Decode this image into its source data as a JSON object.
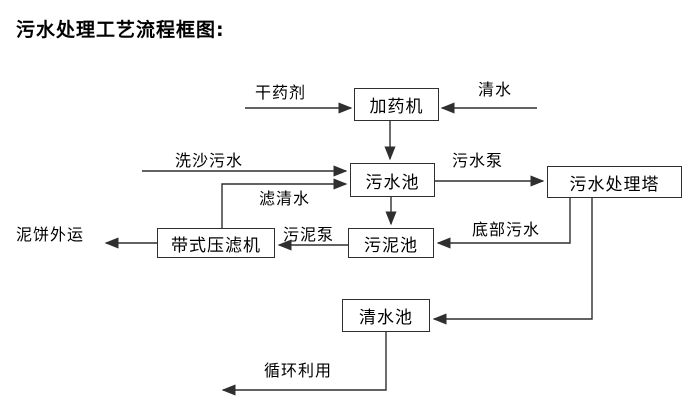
{
  "title": "污水处理工艺流程框图:",
  "colors": {
    "background": "#ffffff",
    "line": "#2f2f2f",
    "text": "#000000",
    "node_border": "#2f2f2f",
    "node_fill": "#ffffff"
  },
  "diagram": {
    "nodes": {
      "dosing_machine": {
        "label": "加药机"
      },
      "sewage_pool": {
        "label": "污水池"
      },
      "sewage_treatment_tower": {
        "label": "污水处理塔"
      },
      "sludge_pool": {
        "label": "污泥池"
      },
      "belt_filter_press": {
        "label": "带式压滤机"
      },
      "clean_water_pool": {
        "label": "清水池"
      }
    },
    "edge_labels": {
      "dry_agent": "干药剂",
      "clean_water": "清水",
      "sand_wash_sewage": "洗沙污水",
      "sewage_pump": "污水泵",
      "filtered_water": "滤清水",
      "sludge_pump": "污泥泵",
      "bottom_sewage": "底部污水",
      "mud_cake_outbound": "泥饼外运",
      "recycling": "循环利用"
    },
    "edges": [
      {
        "from": "干药剂(外部)",
        "to": "加药机",
        "label": "干药剂"
      },
      {
        "from": "清水(外部)",
        "to": "加药机",
        "label": "清水"
      },
      {
        "from": "加药机",
        "to": "污水池",
        "label": ""
      },
      {
        "from": "洗沙污水(外部)",
        "to": "污水池",
        "label": "洗沙污水"
      },
      {
        "from": "带式压滤机",
        "to": "污水池",
        "label": "滤清水"
      },
      {
        "from": "污水池",
        "to": "污水处理塔",
        "label": "污水泵"
      },
      {
        "from": "污水池",
        "to": "污泥池",
        "label": ""
      },
      {
        "from": "污水处理塔",
        "to": "污泥池",
        "label": "底部污水"
      },
      {
        "from": "污水处理塔",
        "to": "清水池",
        "label": ""
      },
      {
        "from": "污泥池",
        "to": "带式压滤机",
        "label": "污泥泵"
      },
      {
        "from": "带式压滤机",
        "to": "外运",
        "label": "泥饼外运"
      },
      {
        "from": "清水池",
        "to": "回用(外部)",
        "label": "循环利用"
      }
    ]
  }
}
